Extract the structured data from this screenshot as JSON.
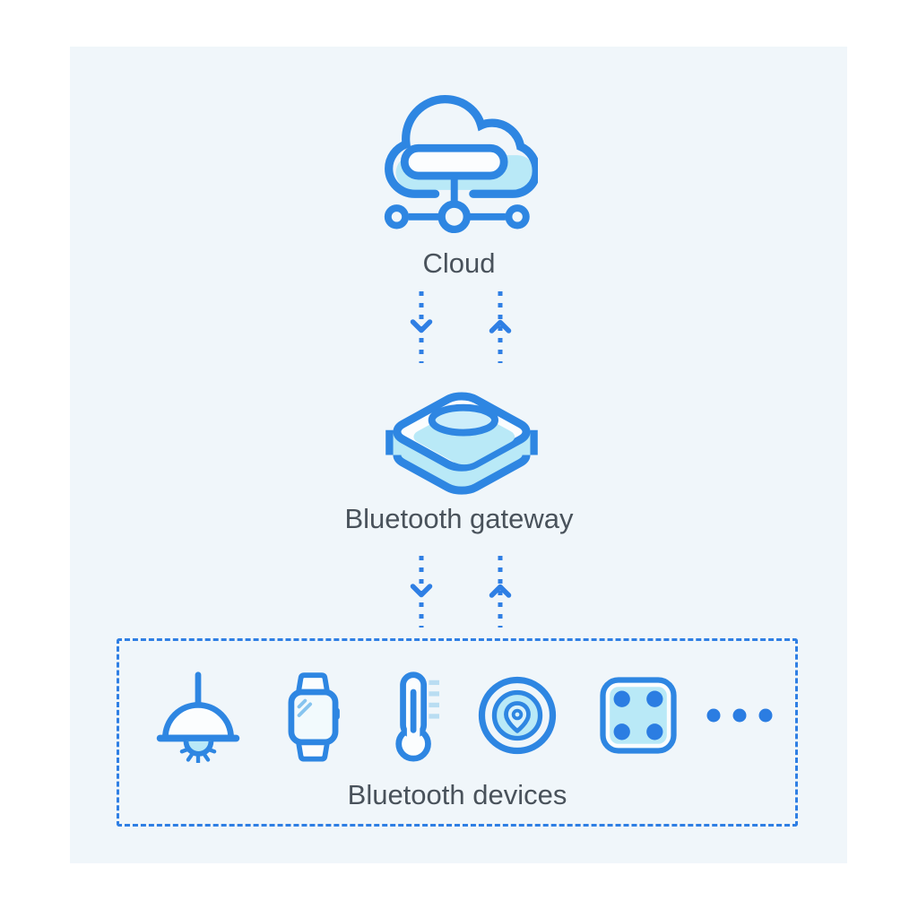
{
  "palette": {
    "accent_blue": "#2e86e2",
    "dot_blue": "#2b7de2",
    "light_cyan": "#b9e9f7",
    "panel_background": "#f0f6fa",
    "page_background": "#ffffff",
    "text_color": "#49525b",
    "dashed_border_blue": "#2f7fe4"
  },
  "diagram": {
    "cloud": {
      "label": "Cloud",
      "icon": "cloud-network-icon"
    },
    "link_cloud_gateway": {
      "direction": "bidirectional",
      "style": "vertical-dashed-arrows",
      "arrows": [
        "down-arrow",
        "up-arrow"
      ]
    },
    "gateway": {
      "label": "Bluetooth gateway",
      "icon": "iot-gateway-box-icon"
    },
    "link_gateway_devices": {
      "direction": "bidirectional",
      "style": "vertical-dashed-arrows",
      "arrows": [
        "down-arrow",
        "up-arrow"
      ]
    },
    "devices": {
      "label": "Bluetooth devices",
      "container": "dashed-border-box",
      "icons": [
        "pendant-lamp-icon",
        "smartwatch-icon",
        "thermometer-icon",
        "beacon-icon",
        "sensor-dice-icon",
        "ellipsis-more-icon"
      ]
    }
  }
}
